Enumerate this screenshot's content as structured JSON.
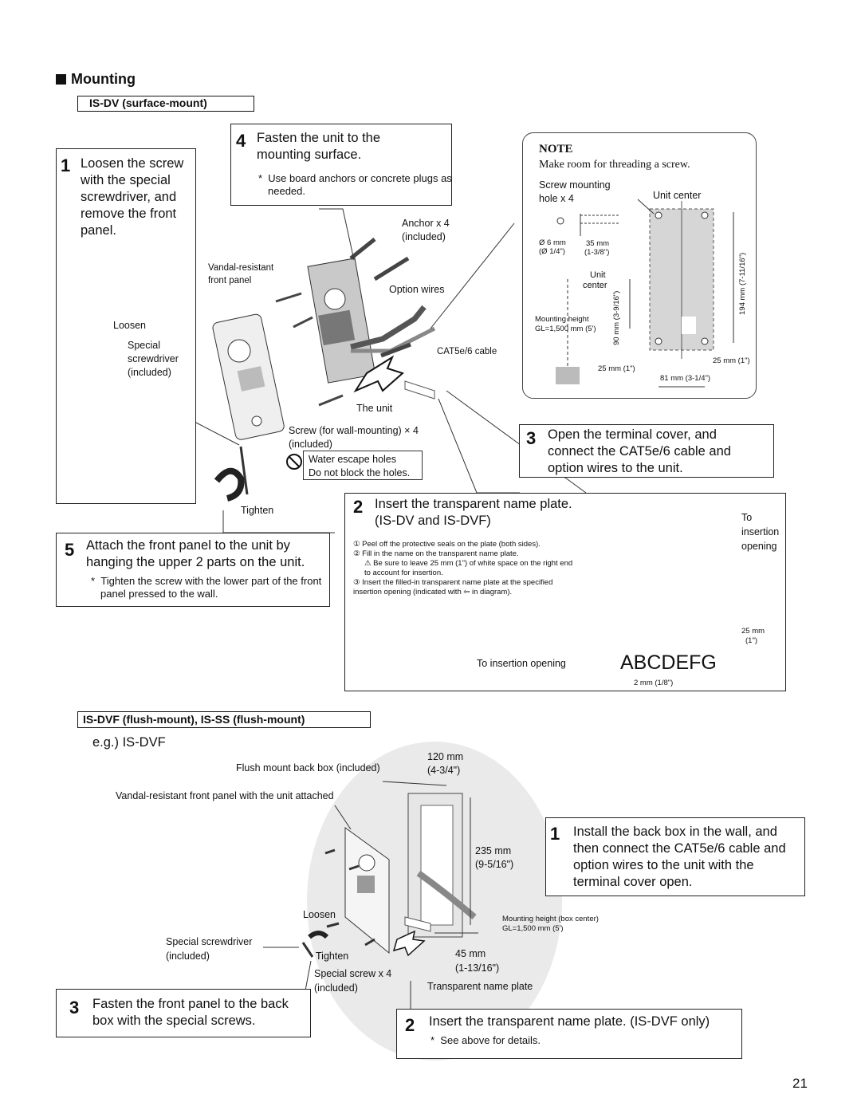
{
  "section": {
    "heading": "Mounting",
    "dv_title": "IS-DV (surface-mount)",
    "dvf_title": "IS-DVF (flush-mount), IS-SS (flush-mount)",
    "example": "e.g.) IS-DVF"
  },
  "dv": {
    "step1": {
      "num": "1",
      "text": "Loosen the screw with the special screwdriver, and remove the front panel."
    },
    "step4": {
      "num": "4",
      "text": "Fasten the unit to the mounting surface.",
      "note": "Use board anchors or concrete plugs as needed."
    },
    "step5": {
      "num": "5",
      "text": "Attach the front panel to the unit by hanging the upper 2 parts on the unit.",
      "note": "Tighten the screw with the lower part of the front panel pressed to the wall."
    },
    "step3": {
      "num": "3",
      "text": "Open the terminal cover, and connect the CAT5e/6 cable and option wires to the unit."
    },
    "step2": {
      "num": "2",
      "title": "Insert the transparent name plate.",
      "subtitle": "(IS-DV and IS-DVF)",
      "items": [
        "Peel off the protective seals on the plate (both sides).",
        "Fill in the name on the transparent name plate.",
        "Be sure to leave 25 mm (1\") of white space on the right end to account for insertion.",
        "Insert the filled-in transparent name plate at the specified insertion opening (indicated with",
        "in diagram)."
      ],
      "to_insertion": "To insertion opening",
      "sample_name": "ABCDEFG",
      "dim_25": "25 mm",
      "dim_25_in": "(1\")",
      "dim_2": "2 mm (1/8\")",
      "to": "To",
      "insertion": "insertion",
      "opening": "opening"
    },
    "labels": {
      "loosen": "Loosen",
      "special": "Special",
      "screwdriver": "screwdriver",
      "included": "(included)",
      "tighten": "Tighten",
      "vandal1": "Vandal-resistant",
      "vandal2": "front panel",
      "anchor": "Anchor x 4",
      "anchor_inc": "(included)",
      "option_wires": "Option wires",
      "cat_cable": "CAT5e/6 cable",
      "the_unit": "The unit",
      "screw_wall": "Screw (for wall-mounting) × 4",
      "screw_inc": "(included)",
      "water1": "Water escape holes",
      "water2": "Do not block the holes."
    }
  },
  "note": {
    "title": "NOTE",
    "text": "Make room for threading a screw.",
    "screw_mount": "Screw mounting",
    "hole": "hole x 4",
    "unit_center": "Unit center",
    "d6": "Ø 6 mm",
    "d6in": "(Ø 1/4\")",
    "d35": "35 mm",
    "d35in": "(1-3/8\")",
    "unit": "Unit",
    "center": "center",
    "mh1": "Mounting height",
    "mh2": "GL=1,500 mm (5')",
    "d90": "90 mm (3-9/16\")",
    "d194": "194 mm (7-11/16\")",
    "d25a": "25 mm (1\")",
    "d25b": "25 mm (1\")",
    "d81": "81 mm (3-1/4\")"
  },
  "dvf": {
    "step1": {
      "num": "1",
      "text": "Install the back box in the wall, and then connect the CAT5e/6 cable and option wires to the unit with the terminal cover open."
    },
    "step3": {
      "num": "3",
      "text": "Fasten the front panel to the back box with the special screws."
    },
    "step2": {
      "num": "2",
      "text": "Insert the transparent name plate. (IS-DVF only)",
      "note": "See above for details."
    },
    "labels": {
      "flush_box": "Flush mount back box (included)",
      "d120": "120 mm",
      "d120in": "(4-3/4\")",
      "vandal": "Vandal-resistant front panel with the unit attached",
      "d235": "235 mm",
      "d235in": "(9-5/16\")",
      "loosen": "Loosen",
      "mh1": "Mounting height (box center)",
      "mh2": "GL=1,500 mm (5')",
      "special_sd": "Special screwdriver",
      "included": "(included)",
      "tighten": "Tighten",
      "d45": "45 mm",
      "d45in": "(1-13/16\")",
      "special_screw": "Special screw x 4",
      "special_inc": "(included)",
      "transparent": "Transparent name plate"
    }
  },
  "page_number": "21"
}
